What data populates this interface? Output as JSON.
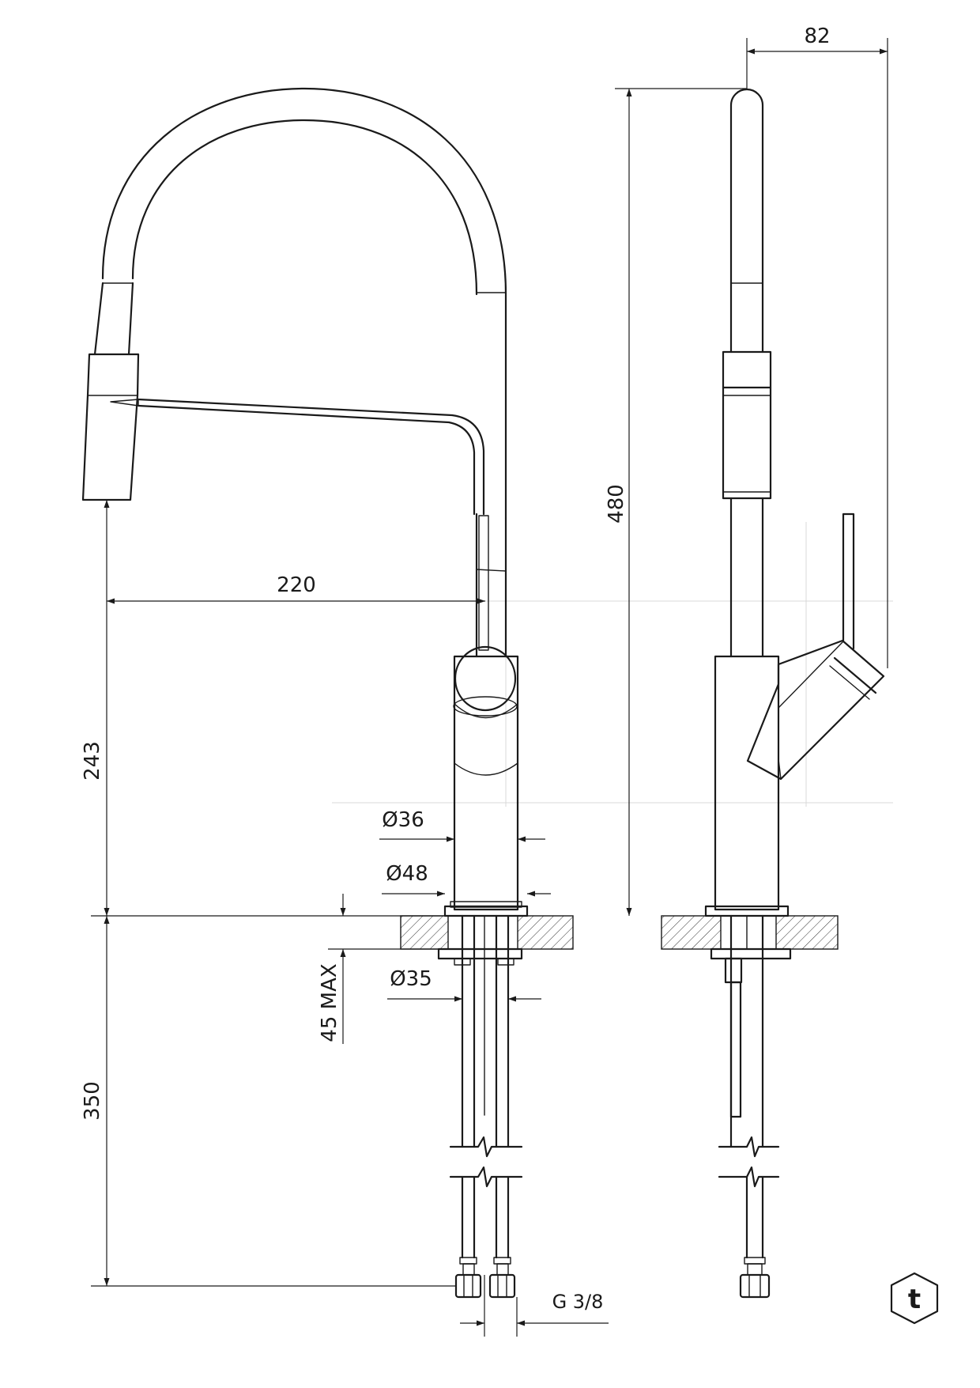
{
  "dimensions": {
    "d_82": "82",
    "d_480": "480",
    "d_220": "220",
    "d_243": "243",
    "d_36": "Ø36",
    "d_48": "Ø48",
    "d_35": "Ø35",
    "d_45max": "45 MAX",
    "d_350": "350",
    "d_g38": "G 3/8"
  },
  "logo": {
    "letter": "t"
  }
}
